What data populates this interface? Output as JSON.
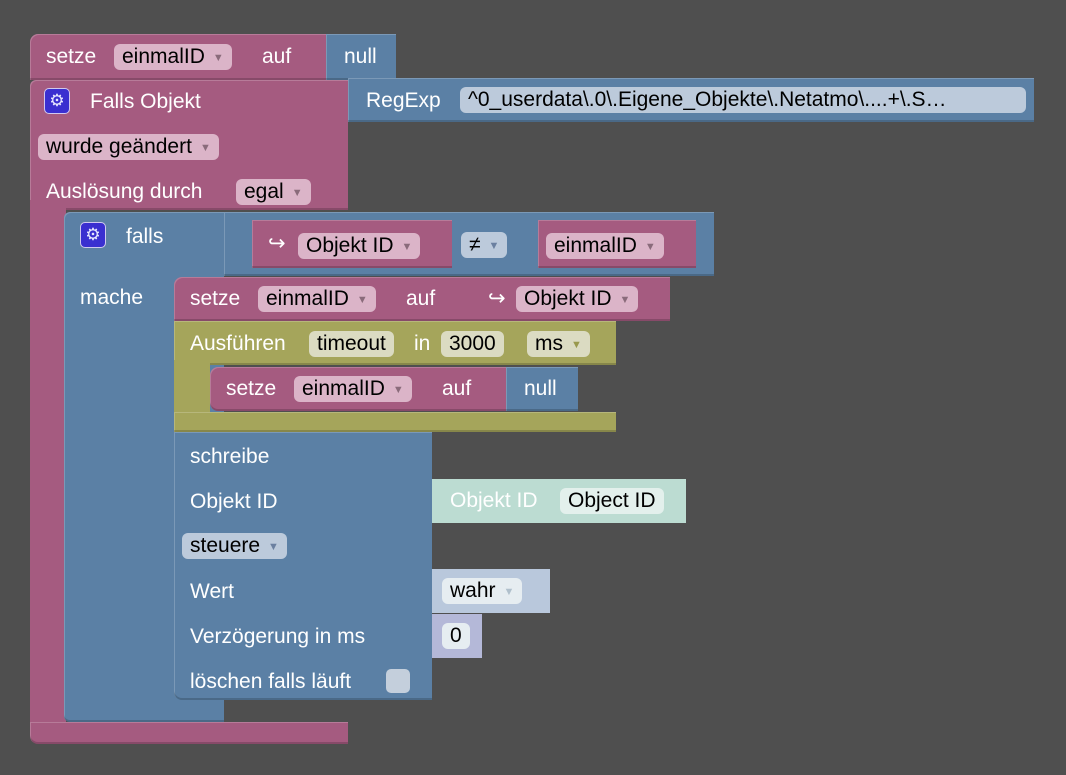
{
  "top_set": {
    "label": "setze",
    "variable": "einmalID",
    "to": "auf",
    "value": "null"
  },
  "trigger": {
    "title": "Falls Objekt",
    "pattern_label": "RegExp",
    "pattern_value": "^0_userdata\\.0\\.Eigene_Objekte\\.Netatmo\\....+\\.S…",
    "event": "wurde geändert",
    "trigger_label": "Auslösung durch",
    "trigger_value": "egal"
  },
  "if_block": {
    "label": "falls",
    "do_label": "mache",
    "left_var": "Objekt ID",
    "operator": "≠",
    "right_var": "einmalID",
    "arrow": "↪"
  },
  "set_inner": {
    "label": "setze",
    "variable": "einmalID",
    "to": "auf",
    "value": "Objekt ID",
    "arrow": "↪"
  },
  "timeout_block": {
    "label": "Ausführen",
    "name": "timeout",
    "in": "in",
    "delay": "3000",
    "unit": "ms",
    "inner_set": {
      "label": "setze",
      "variable": "einmalID",
      "to": "auf",
      "value": "null"
    }
  },
  "write_block": {
    "title": "schreibe",
    "object_label": "Objekt ID",
    "object_value_label": "Objekt ID",
    "object_value": "Object ID",
    "mode": "steuere",
    "value_label": "Wert",
    "value": "wahr",
    "delay_label": "Verzögerung in ms",
    "delay_value": "0",
    "clear_label": "löschen falls läuft",
    "clear_checked": false
  },
  "colors": {
    "variables": "#a55b80",
    "logic": "#5b80a5",
    "timeout": "#a5a55b",
    "workspace": "#4f4f4f"
  }
}
